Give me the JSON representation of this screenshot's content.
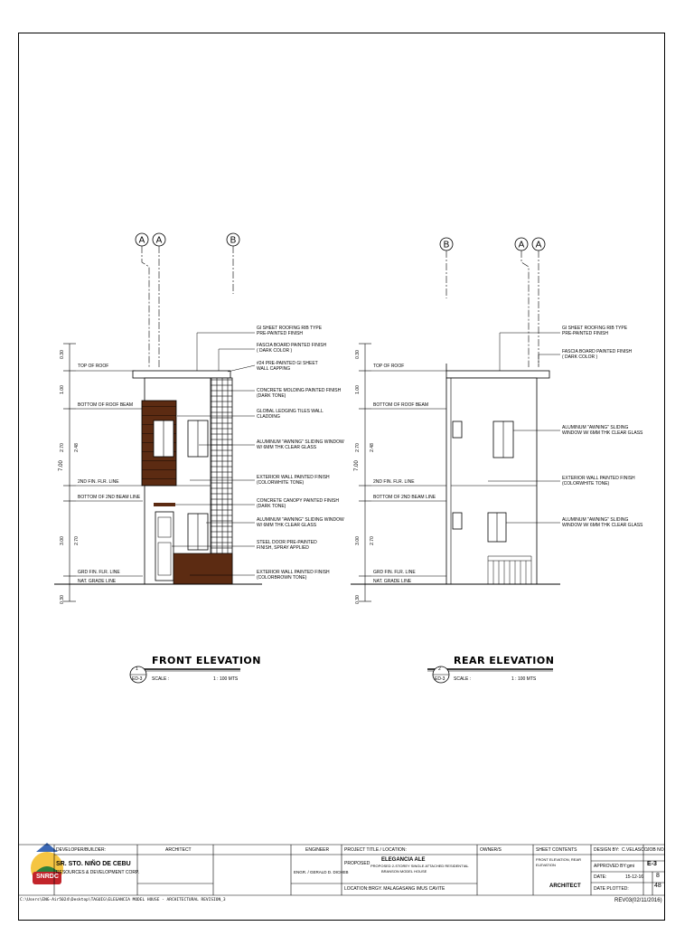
{
  "grids": {
    "front": [
      "A",
      "A",
      "B"
    ],
    "rear": [
      "B",
      "A",
      "A"
    ]
  },
  "dimensions": {
    "total": "7.00",
    "top": "0.30",
    "parapet": "1.00",
    "upper_floor": "2.70",
    "upper_sub": "2.48",
    "lower_floor": "3.00",
    "lower_sub": "2.70",
    "bottom": "0.30"
  },
  "levels": {
    "top_roof": "TOP OF ROOF",
    "bottom_roof_beam": "BOTTOM OF ROOF BEAM",
    "second_fin_flr": "2ND FIN. FLR. LINE",
    "bottom_2nd_beam": "BOTTOM OF 2ND BEAM LINE",
    "gnd_fin_flr": "GRD FIN. FLR. LINE",
    "nat_grade": "NAT. GRADE LINE"
  },
  "front_notes": [
    "GI SHEET ROOFING RIB TYPE PRE-PAINTED FINISH",
    "FASCIA BOARD PAINTED FINISH ( DARK COLOR )",
    "#24 PRE-PAINTED GI SHEET WALL CAPPING",
    "CONCRETE MOLDING PAINTED FINISH (DARK TONE)",
    "GLOBAL LEDGING TILES WALL CLADDING",
    "ALUMINUM \"AWNING\" SLIDING WINDOW W/ 6MM THK CLEAR GLASS",
    "EXTERIOR WALL PAINTED FINISH (COLORWHITE TONE)",
    "CONCRETE CANOPY PAINTED FINISH (DARK TONE)",
    "ALUMINUM \"AWNING\" SLIDING WINDOW W/ 6MM THK CLEAR GLASS",
    "STEEL DOOR PRE-PAINTED FINISH, SPRAY APPLIED",
    "EXTERIOR WALL PAINTED FINISH (COLORBROWN TONE)"
  ],
  "rear_notes": [
    "GI SHEET ROOFING RIB TYPE PRE-PAINTED FINISH",
    "FASCIA BOARD PAINTED FINISH ( DARK COLOR )",
    "ALUMINUM \"AWNING\" SLIDING WINDOW W/ 6MM THK CLEAR GLASS",
    "EXTERIOR WALL PAINTED FINISH (COLORWHITE TONE)",
    "ALUMINUM \"AWNING\" SLIDING WINDOW W/ 6MM THK CLEAR GLASS"
  ],
  "views": {
    "front": {
      "num": "1",
      "sheet": "ED-3",
      "title": "FRONT ELEVATION",
      "scale_label": "SCALE :",
      "scale": "1 : 100 MTS"
    },
    "rear": {
      "num": "2",
      "sheet": "ED-3",
      "title": "REAR ELEVATION",
      "scale_label": "SCALE :",
      "scale": "1 : 100 MTS"
    }
  },
  "title_block": {
    "developer_label": "DEVELOPER/BUILDER:",
    "developer_name": "SR. STO. NIÑO DE CEBU",
    "developer_sub": "RESOURCES & DEVELOPMENT CORP.",
    "logo_text": "SNRDC",
    "architect_label": "ARCHITECT",
    "engineer_label": "ENGINEER",
    "engineer_name": "ENGR. / GERALD D. DICHEB",
    "project_label": "PROJECT TITLE / LOCATION:",
    "proposed_label": "PROPOSED",
    "project_title": "ELEGANCIA ALE",
    "project_title_2": "PROPOSED 2-STOREY SINGLE ATTACHED RESIDENTIAL",
    "project_title_3": "BRANSON MODEL HOUSE",
    "location_label": "LOCATION:",
    "location": "BRGY. MALAGASANG IMUS CAVITE",
    "owner_label": "OWNER/S",
    "sheet_contents_label": "SHEET CONTENTS",
    "sheet_contents": "FRONT ELEVATION, REAR ELEVATION",
    "sheet_contents_big": "ARCHITECT",
    "design_label": "DESIGN BY:",
    "design_value": "C.VELASCO",
    "approved_label": "APPROVED BY:",
    "approved_value": "gmi",
    "date_label": "DATE:",
    "date_value": "15-12-16",
    "plotted_label": "DATE PLOTTED:",
    "job_label": "JOB NO.",
    "job_value": "E-3",
    "sheet_no": "8",
    "sheet_total": "48",
    "revision": "REV03(02/11/2016)",
    "file_path": "C:\\Users\\ENG-Air5024\\Desktop\\TAGUIG\\ELEGANCIA MODEL HOUSE - ARCHITECTURAL REVISION_3"
  }
}
